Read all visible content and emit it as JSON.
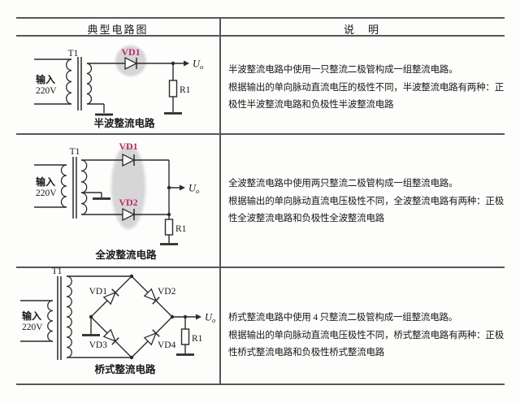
{
  "table": {
    "header": {
      "left": "典型电路图",
      "right": "说　明"
    },
    "rows": [
      {
        "caption": "半波整流电路",
        "desc_lines": [
          "半波整流电路中使用一只整流二极管构成一组整流电路。",
          "根据输出的单向脉动直流电压的极性不同，半波整流电路有两种：正",
          "极性半波整流电路和负极性半波整流电路"
        ],
        "circuit": {
          "input1": "输入",
          "input2": "220V",
          "transformer": "T1",
          "diodes": [
            "VD1"
          ],
          "resistor": "R1",
          "output": "U",
          "output_sub": "o"
        }
      },
      {
        "caption": "全波整流电路",
        "desc_lines": [
          "全波整流电路中使用两只整流二极管构成一组整流电路。",
          "根据输出的单向脉动直流电压极性不同，全波整流电路有两种：正极",
          "性全波整流电路和负极性全波整流电路"
        ],
        "circuit": {
          "input1": "输入",
          "input2": "220V",
          "transformer": "T1",
          "diodes": [
            "VD1",
            "VD2"
          ],
          "resistor": "R1",
          "output": "U",
          "output_sub": "o"
        }
      },
      {
        "caption": "桥式整流电路",
        "desc_lines": [
          "桥式整流电路中使用 4 只整流二极管构成一组整流电路。",
          "根据输出的单向脉动直流电压极性不同，桥式整流电路有两种：正极",
          "性桥式整流电路和负极性桥式整流电路"
        ],
        "circuit": {
          "input1": "输入",
          "input2": "220V",
          "transformer": "T1",
          "diodes": [
            "VD1",
            "VD2",
            "VD3",
            "VD4"
          ],
          "resistor": "R1",
          "output": "U",
          "output_sub": "o"
        }
      }
    ]
  },
  "colors": {
    "line": "#2b2b2b",
    "border": "#565656",
    "text": "#181818",
    "magenta": "#c02a6e",
    "hl": "#d6d6d7"
  }
}
